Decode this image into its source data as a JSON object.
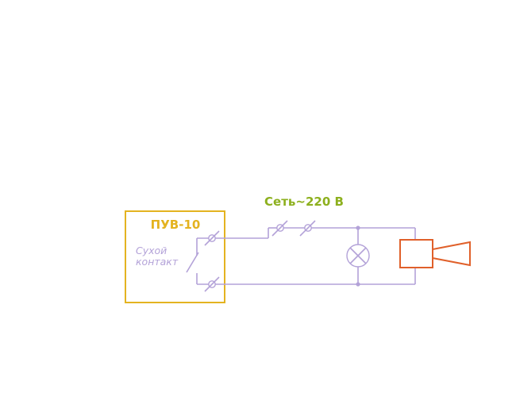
{
  "device": {
    "title": "ПУВ-10",
    "contact_line1": "Сухой",
    "contact_line2": "контакт"
  },
  "network": {
    "label": "Сеть~220 В"
  },
  "colors": {
    "wire": "#b3a2d8",
    "device": "#e4b320",
    "network_label": "#8db01e",
    "siren": "#e0602a"
  },
  "icons": {
    "lamp": "lamp-icon",
    "siren": "siren-icon",
    "terminal": "terminal-icon",
    "switch": "switch-icon"
  }
}
